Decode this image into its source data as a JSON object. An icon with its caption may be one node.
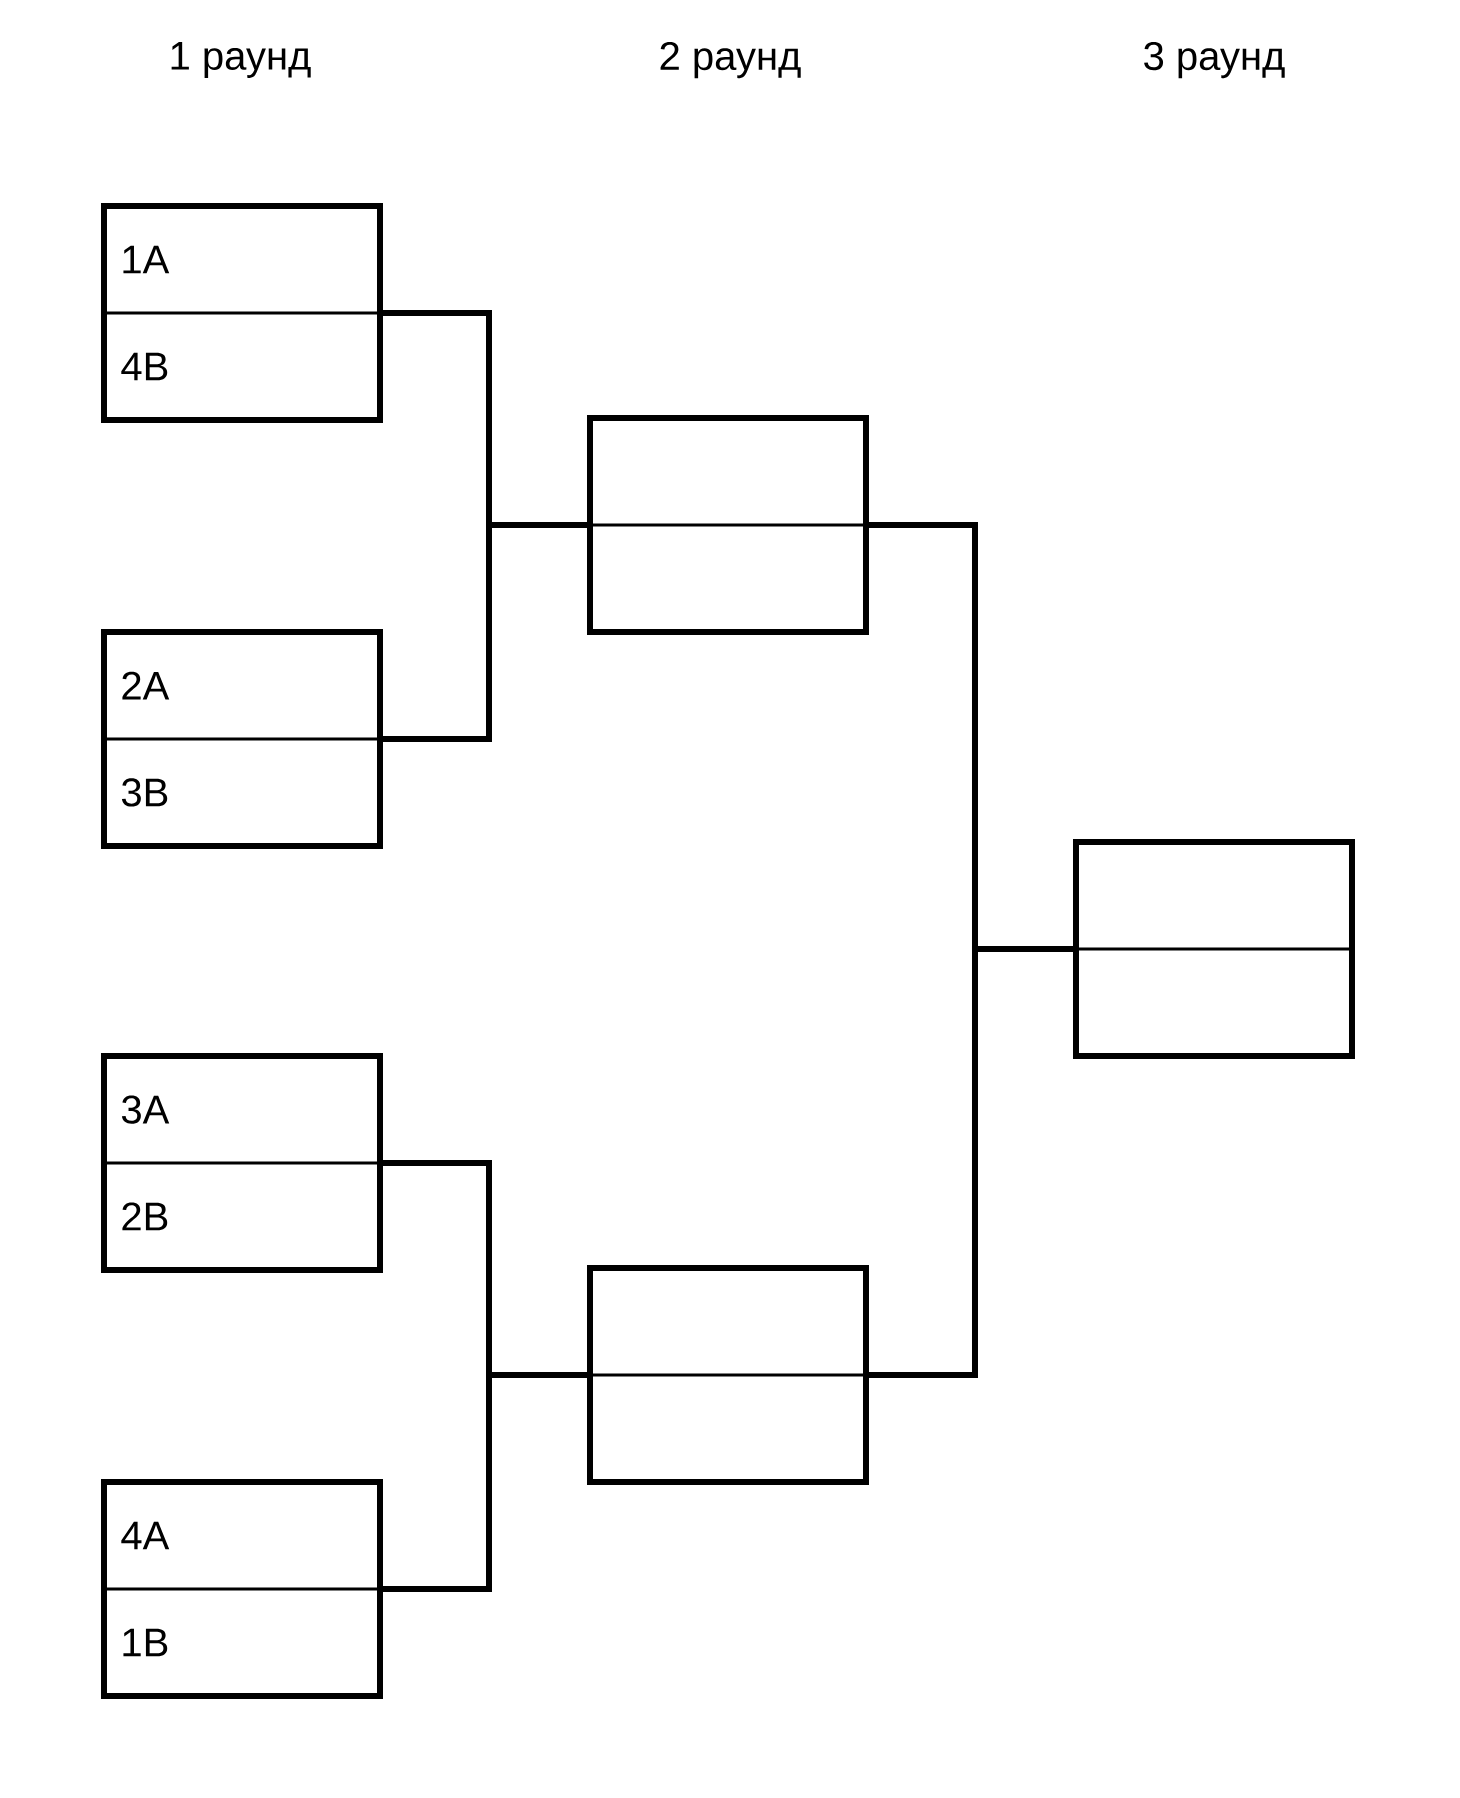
{
  "diagram": {
    "nodes": [
      {
        "text": [
          "1A",
          "4B"
        ]
      },
      {
        "text": [
          "2A",
          "3B"
        ]
      },
      {
        "text": [
          "3A",
          "2B"
        ]
      },
      {
        "text": [
          "4A",
          "1B"
        ]
      },
      {
        "text": [],
        "shape": "box"
      },
      {
        "text": [],
        "shape": "box"
      },
      {
        "text": [],
        "shape": "box"
      }
    ],
    "edges": [
      {
        "from": 0,
        "to": 4,
        "arrow": "none"
      },
      {
        "from": 1,
        "to": 4,
        "arrow": "none"
      },
      {
        "from": 2,
        "to": 5,
        "arrow": "none"
      },
      {
        "from": 3,
        "to": 5,
        "arrow": "none"
      },
      {
        "from": 4,
        "to": 6,
        "arrow": "none"
      },
      {
        "from": 5,
        "to": 6,
        "arrow": "none"
      }
    ],
    "labels": [
      "1 раунд",
      "2 раунд",
      "3 раунд"
    ]
  }
}
